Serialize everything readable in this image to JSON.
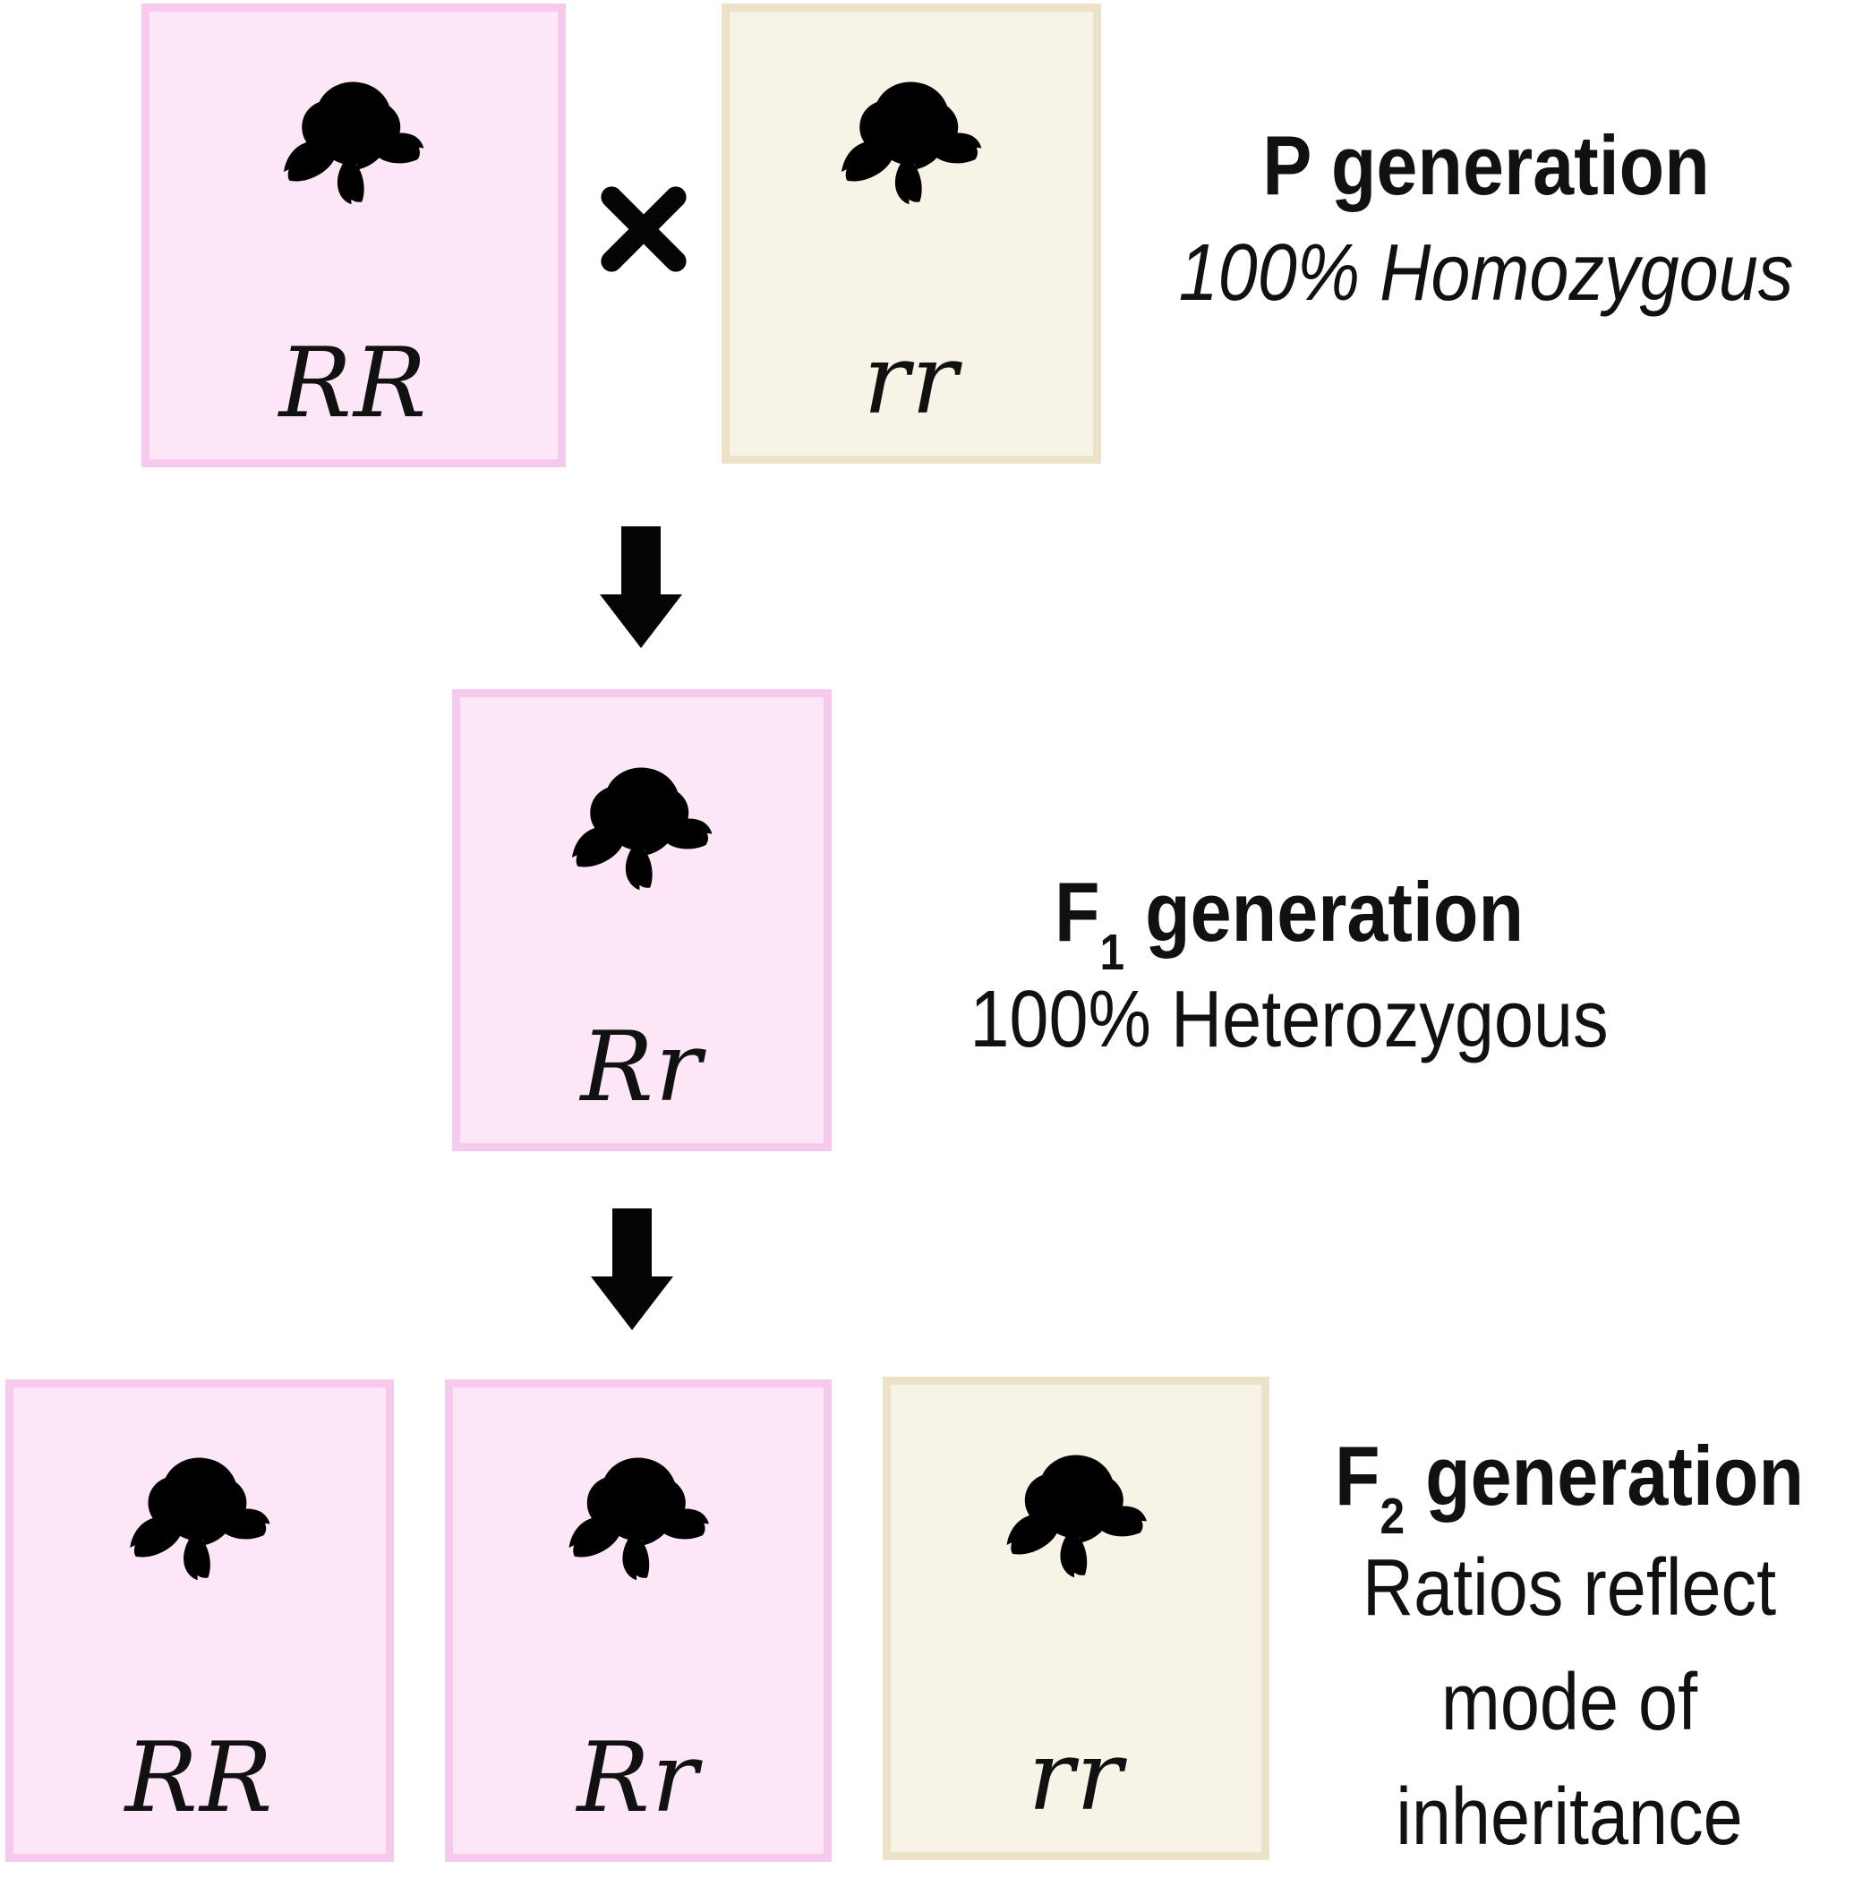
{
  "colors": {
    "pink_box_fill": "#fde7f6",
    "pink_box_border": "#f7c9ec",
    "cream_box_fill": "#f7f3e6",
    "cream_box_border": "#ece2c8",
    "pink_petal": "#c982c4",
    "white_petal": "#ece7d6",
    "leaf_green": "#2f9e48",
    "outline": "#141414",
    "arrow_black": "#050505",
    "text_black": "#171717"
  },
  "icons": {
    "cross_symbol": "×",
    "down_arrow_symbol": "↓",
    "pink_rose": "pink-rose-icon",
    "white_rose": "white-rose-icon"
  },
  "p_generation": {
    "title": "P generation",
    "subtitle": "100% Homozygous",
    "parents": [
      {
        "genotype": "RR",
        "flower": "pink rose"
      },
      {
        "genotype": "rr",
        "flower": "white rose"
      }
    ]
  },
  "f1_generation": {
    "title_base": "F",
    "title_subscript": "1",
    "title_rest": " generation",
    "subtitle": "100% Heterozygous",
    "offspring": [
      {
        "genotype": "Rr",
        "flower": "pink rose"
      }
    ]
  },
  "f2_generation": {
    "title_base": "F",
    "title_subscript": "2",
    "title_rest": " generation",
    "subtitle_lines": [
      "Ratios reflect",
      "mode of",
      "inheritance"
    ],
    "offspring": [
      {
        "genotype": "RR",
        "flower": "pink rose"
      },
      {
        "genotype": "Rr",
        "flower": "pink rose"
      },
      {
        "genotype": "rr",
        "flower": "white rose"
      }
    ]
  }
}
